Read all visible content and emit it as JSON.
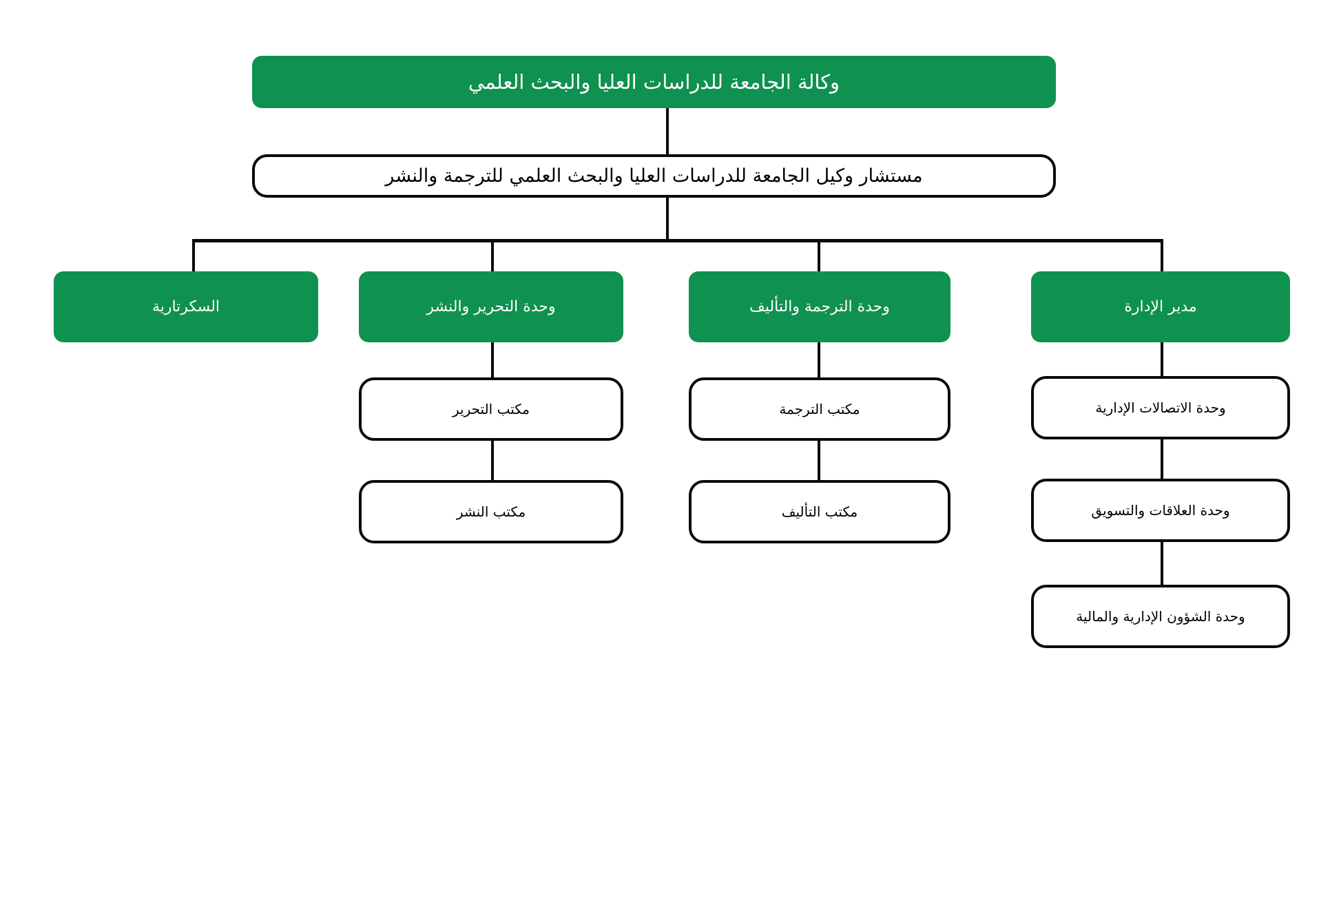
{
  "chart": {
    "type": "org-chart",
    "title": "وكالة الجامعة للدراسات العليا والبحث العلمي",
    "direction": "rtl",
    "colors": {
      "accent_green": "#0f9150",
      "line": "#0a0a0a",
      "background": "#ffffff",
      "green_text": "#ffffff",
      "white_box_text": "#000000"
    },
    "levels": [
      {
        "level": 1,
        "nodes": [
          {
            "id": "root",
            "label": "وكالة الجامعة للدراسات العليا والبحث العلمي",
            "style": "green"
          }
        ]
      },
      {
        "level": 2,
        "nodes": [
          {
            "id": "advisor",
            "label": "مستشار وكيل الجامعة للدراسات العليا والبحث العلمي للترجمة والنشر",
            "style": "white"
          }
        ]
      },
      {
        "level": 3,
        "nodes": [
          {
            "id": "secretariat",
            "label": "السكرتارية",
            "style": "green"
          },
          {
            "id": "editing-publishing-unit",
            "label": "وحدة التحرير والنشر",
            "style": "green"
          },
          {
            "id": "translation-authoring-unit",
            "label": "وحدة الترجمة والتأليف",
            "style": "green"
          },
          {
            "id": "administration-director",
            "label": "مدير الإدارة",
            "style": "green"
          }
        ]
      },
      {
        "level": 4,
        "nodes": [
          {
            "id": "editing-office",
            "label": "مكتب التحرير",
            "style": "white",
            "parent": "editing-publishing-unit"
          },
          {
            "id": "translation-office",
            "label": "مكتب الترجمة",
            "style": "white",
            "parent": "translation-authoring-unit"
          },
          {
            "id": "admin-communications-unit",
            "label": "وحدة الاتصالات الإدارية",
            "style": "white",
            "parent": "administration-director"
          }
        ]
      },
      {
        "level": 5,
        "nodes": [
          {
            "id": "publishing-office",
            "label": "مكتب النشر",
            "style": "white",
            "parent": "editing-office"
          },
          {
            "id": "authoring-office",
            "label": "مكتب التأليف",
            "style": "white",
            "parent": "translation-office"
          },
          {
            "id": "relations-marketing-unit",
            "label": "وحدة العلاقات والتسويق",
            "style": "white",
            "parent": "admin-communications-unit"
          }
        ]
      },
      {
        "level": 6,
        "nodes": [
          {
            "id": "admin-financial-affairs-unit",
            "label": "وحدة الشؤون الإدارية والمالية",
            "style": "white",
            "parent": "relations-marketing-unit"
          }
        ]
      }
    ],
    "nodes_flat": {
      "root": "وكالة الجامعة للدراسات العليا والبحث العلمي",
      "advisor": "مستشار وكيل الجامعة للدراسات العليا والبحث العلمي للترجمة والنشر",
      "secretariat": "السكرتارية",
      "editing_publishing_unit": "وحدة التحرير والنشر",
      "translation_authoring_unit": "وحدة الترجمة والتأليف",
      "administration_director": "مدير الإدارة",
      "editing_office": "مكتب التحرير",
      "publishing_office": "مكتب النشر",
      "translation_office": "مكتب الترجمة",
      "authoring_office": "مكتب التأليف",
      "admin_communications_unit": "وحدة الاتصالات الإدارية",
      "relations_marketing_unit": "وحدة العلاقات والتسويق",
      "admin_financial_affairs_unit": "وحدة الشؤون الإدارية والمالية"
    }
  }
}
